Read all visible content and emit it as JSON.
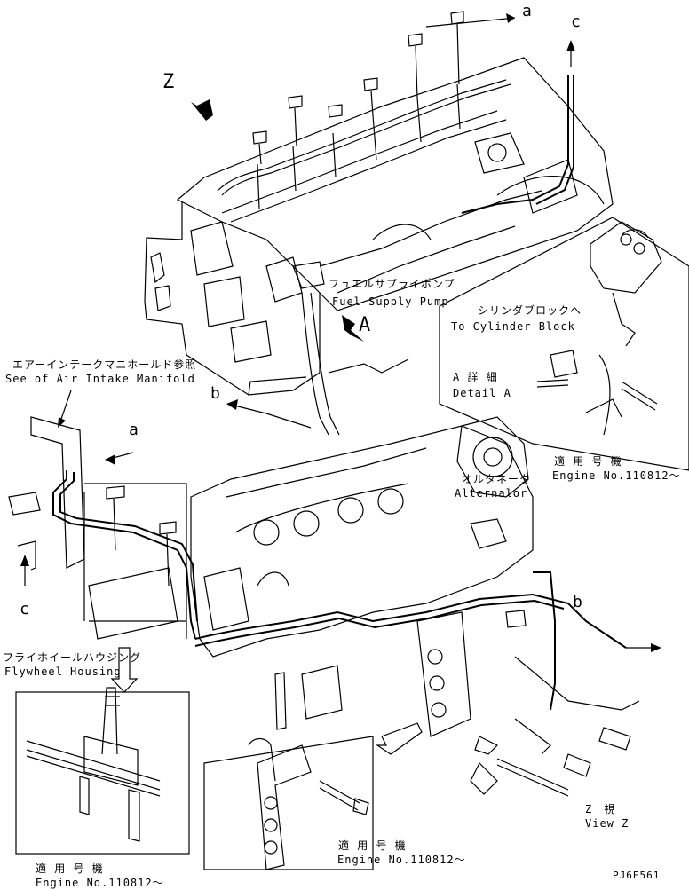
{
  "refs": {
    "a_top": "a",
    "c_top": "c",
    "z": "Z",
    "detail_a": "A",
    "b_mid": "b",
    "a_left": "a",
    "c_left": "c",
    "b_right": "b"
  },
  "fuel_pump": {
    "jp": "フュエルサプライポンプ",
    "en": "Fuel Supply Pump"
  },
  "to_block": {
    "jp": "シリンダブロックへ",
    "en": "To Cylinder Block"
  },
  "detail": {
    "jp": "A 詳 細",
    "en": "Detail A"
  },
  "air_intake": {
    "jp": "エアーインテークマニホールド参照",
    "en": "See of Air Intake Manifold"
  },
  "engine_no_right": {
    "jp": "適 用 号 機",
    "en": "Engine No.110812〜"
  },
  "alternator": {
    "jp": "オルタネータ",
    "en": "Alternalor"
  },
  "flywheel": {
    "jp": "フライホイールハウジング",
    "en": "Flywheel Housing"
  },
  "view_z": {
    "jp": "Z　視",
    "en": "View Z"
  },
  "engine_no_bottom_center": {
    "jp": "適 用 号 機",
    "en": "Engine No.110812〜"
  },
  "engine_no_bottom_left": {
    "jp": "適 用 号 機",
    "en": "Engine No.110812〜"
  },
  "part_code": "PJ6E561"
}
